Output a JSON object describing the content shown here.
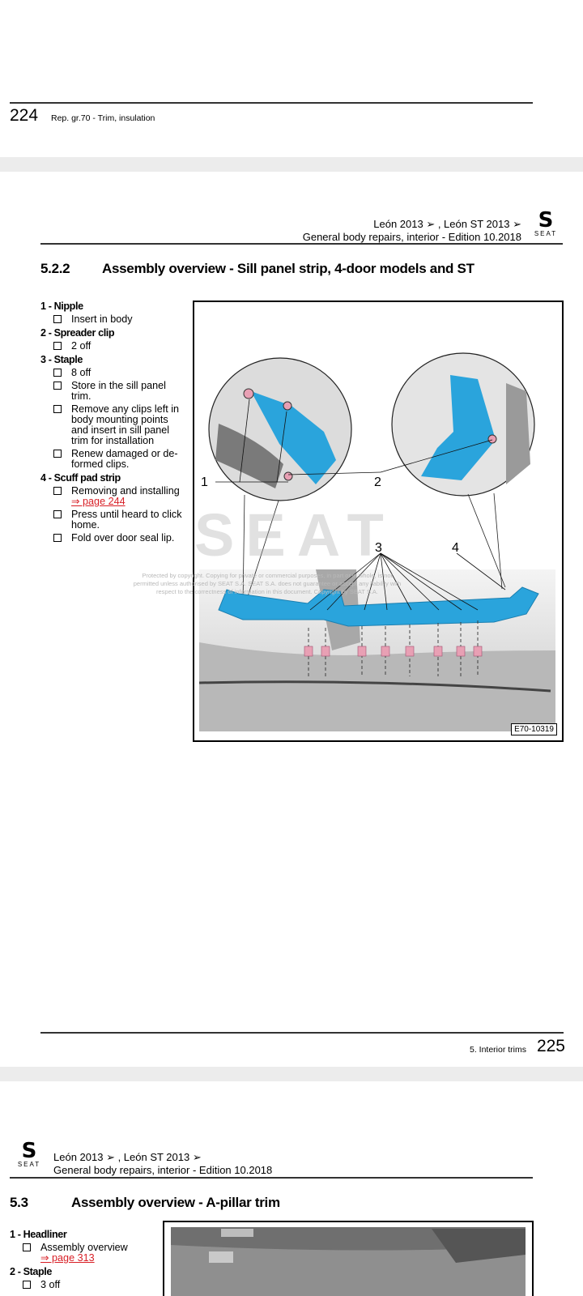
{
  "page224": {
    "number": "224",
    "section": "Rep. gr.70 - Trim, insulation"
  },
  "page225": {
    "header_line1": "León 2013 ➢ , León ST 2013 ➢",
    "header_line2": "General body repairs, interior - Edition 10.2018",
    "logo_text": "SEAT",
    "section_number": "5.2.2",
    "section_title": "Assembly overview - Sill panel strip, 4-door models and ST",
    "items": [
      {
        "title": "1 - Nipple",
        "subs": [
          {
            "text": "Insert in body"
          }
        ]
      },
      {
        "title": "2 - Spreader clip",
        "subs": [
          {
            "text": "2 off"
          }
        ]
      },
      {
        "title": "3 - Staple",
        "subs": [
          {
            "text": "8 off"
          },
          {
            "text": "Store in the sill panel trim."
          },
          {
            "text": "Remove any clips left in body mounting points and insert in sill panel trim for installation"
          },
          {
            "text": "Renew damaged or de- formed clips."
          }
        ]
      },
      {
        "title": "4 - Scuff pad strip",
        "subs": [
          {
            "text": "Removing and installing",
            "link": "⇒ page 244"
          },
          {
            "text": "Press until heard to click home."
          },
          {
            "text": "Fold over door seal lip."
          }
        ]
      }
    ],
    "figure": {
      "callouts": [
        "1",
        "2",
        "3",
        "4"
      ],
      "code": "E70-10319",
      "watermark_logo": "SEAT",
      "watermark_line1": "Protected by copyright. Copying for private or commercial purposes, in part or in whole, is not",
      "watermark_line2": "permitted unless authorised by SEAT S.A. SEAT S.A. does not guarantee or accept any liability with",
      "watermark_line3": "respect to the correctness of information in this document. Copyright by SEAT S.A."
    },
    "footer_chapter": "5. Interior trims",
    "footer_number": "225"
  },
  "page226": {
    "logo_text": "SEAT",
    "header_line1": "León 2013 ➢ , León ST 2013 ➢",
    "header_line2": "General body repairs, interior - Edition 10.2018",
    "section_number": "5.3",
    "section_title": "Assembly overview - A-pillar trim",
    "item1_title": "1 - Headliner",
    "item1_sub": "Assembly overview",
    "item1_link": "⇒ page 313",
    "item2_title": "2 - Staple",
    "item2_sub": "3 off"
  },
  "colors": {
    "trim_blue": "#2aa4dc",
    "clip_pink": "#e8a0b4",
    "link_red": "#d81f26"
  }
}
